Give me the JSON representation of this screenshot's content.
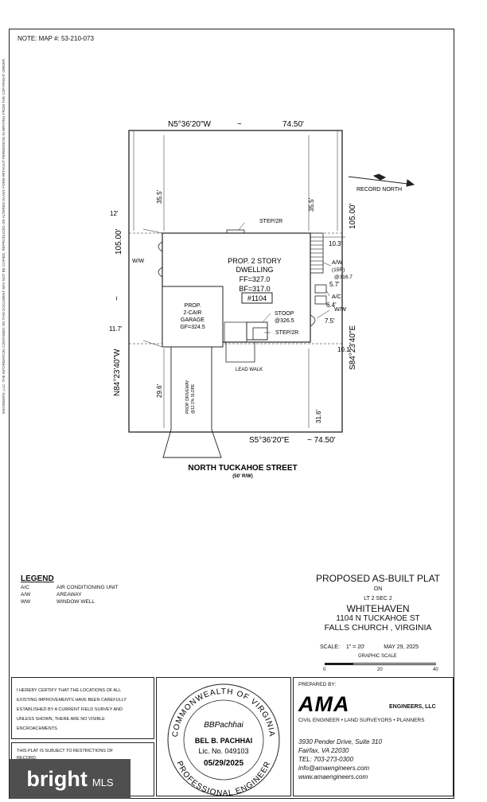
{
  "note": "NOTE: MAP #: 53-210-073",
  "side_note": "ENGINEERS, LLC. THE INFORMATION CONTAINED ON THIS DOCUMENT MAY NOT BE COPIED, REPRODUCED OR ALTERED IN ANY FORM WITHOUT PERMISSION IN WRITING FROM THE COPYRIGHT OWNER.",
  "plat": {
    "top_bearing": "N5°36'20\"W",
    "tilde": "~",
    "top_dist": "74.50'",
    "bottom_bearing": "S5°36'20\"E",
    "bottom_dist": "~ 74.50'",
    "left_bearing": "N84°23'40\"W",
    "left_dist": "105.00'",
    "right_bearing": "S84°23'40\"E",
    "right_dist": "105.00'",
    "record_north": "RECORD NORTH",
    "dim_35_5_left": "35.5'",
    "dim_35_5_right": "35.5'",
    "dim_12": "12'",
    "dim_10_3": "10.3'",
    "dim_11_7": "11.7'",
    "dim_10_1": "10.1'",
    "dim_29_6": "29.6'",
    "dim_31_6": "31.6'",
    "dim_5_7": "5.7'",
    "dim_6_4": "6.4'",
    "dim_7_5": "7.5'",
    "step_top": "STEP/2R",
    "step_bottom": "STEP/2R",
    "dwelling_l1": "PROP. 2 STORY",
    "dwelling_l2": "DWELLING",
    "dwelling_l3": "FF=327.0",
    "dwelling_l4": "BF=317.0",
    "house_no": "#1104",
    "garage_l1": "PROP.",
    "garage_l2": "2-CAIR",
    "garage_l3": "GARAGE",
    "garage_l4": "GF=324.5",
    "stoop_l1": "STOOP",
    "stoop_l2": "@326.5",
    "aw": "A/W",
    "aw_15r": "(15R)",
    "aw_elev": "@316.7",
    "ac": "A/C",
    "ww_right": "W/W",
    "ww_left": "W/W",
    "lead_walk": "LEAD WALK",
    "driveway_l1": "PROP. DRIVEWAY",
    "driveway_l2": "@12.2% SLOPE",
    "street": "NORTH TUCKAHOE STREET",
    "row": "(50' R/W)"
  },
  "legend": {
    "title": "LEGEND",
    "items": [
      {
        "key": "A/C",
        "value": "AIR CONDITIONING UNIT"
      },
      {
        "key": "A/W",
        "value": "AREAWAY"
      },
      {
        "key": "WW",
        "value": "WINDOW WELL"
      }
    ]
  },
  "title_block": {
    "title": "PROPOSED AS-BUILT PLAT",
    "on": "ON",
    "lot": "LT 2 SEC 2",
    "subdivision": "WHITEHAVEN",
    "address": "1104 N TUCKAHOE ST",
    "city": "FALLS CHURCH , VIRGINIA",
    "scale_label": "SCALE:",
    "scale_value": "1\" = 20'",
    "date": "MAY 29, 2025",
    "graphic_scale": "GRAPHIC SCALE",
    "scale_ticks": [
      "0",
      "20",
      "40"
    ]
  },
  "certification": {
    "lines": [
      "I HEREBY CERTIFY THAT THE LOCATIONS OF ALL",
      "EXISTING IMPROVEMENTS HAVE BEEN CAREFULLY",
      "ESTABLISHED BY A CURRENT FIELD SURVEY AND",
      "UNLESS SHOWN, THERE ARE NO VISIBLE",
      "ENCROACHMENTS."
    ]
  },
  "restrictions": {
    "lines": [
      "THIS PLAT IS SUBJECT TO RESTRICTIONS OF",
      "RECORD."
    ]
  },
  "seal": {
    "top_text": "COMMONWEALTH OF VIRGINIA",
    "bottom_text": "PROFESSIONAL ENGINEER",
    "signature": "BBPachhai",
    "name": "BEL B. PACHHAI",
    "lic": "Lic. No. 049103",
    "date": "05/29/2025"
  },
  "preparer": {
    "prepared_by": "PREPARED BY:",
    "logo": "AMA",
    "logo_suffix": "ENGINEERS, LLC",
    "services": "CIVIL ENGINEER • LAND SURVEYORS • PLANNERS",
    "address_lines": [
      "3930 Pender Drive, Suite 310",
      "Fairfax, VA 22030",
      "TEL: 703-273-0300",
      "info@amaengineers.com",
      "www.amaengineers.com"
    ]
  },
  "watermark": {
    "brand": "bright",
    "suffix": "MLS"
  }
}
